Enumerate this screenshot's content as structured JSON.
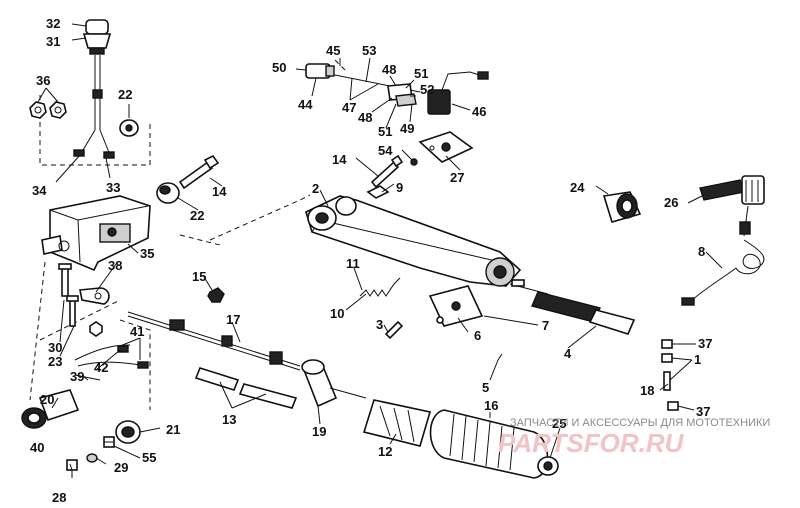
{
  "watermark": {
    "caption": "ЗАПЧАСТИ И АКСЕССУАРЫ ДЛЯ МОТОТЕХНИКИ",
    "logo": "PARTSFOR.RU"
  },
  "callouts": [
    "32",
    "31",
    "36",
    "22",
    "34",
    "33",
    "14",
    "22",
    "35",
    "38",
    "30",
    "23",
    "41",
    "42",
    "39",
    "20",
    "40",
    "21",
    "29",
    "55",
    "28",
    "45",
    "53",
    "50",
    "44",
    "47",
    "48",
    "51",
    "52",
    "48",
    "51",
    "49",
    "46",
    "54",
    "27",
    "14",
    "9",
    "2",
    "24",
    "26",
    "8",
    "15",
    "11",
    "10",
    "3",
    "6",
    "7",
    "4",
    "17",
    "13",
    "19",
    "5",
    "16",
    "12",
    "25",
    "37",
    "1",
    "18",
    "37"
  ]
}
